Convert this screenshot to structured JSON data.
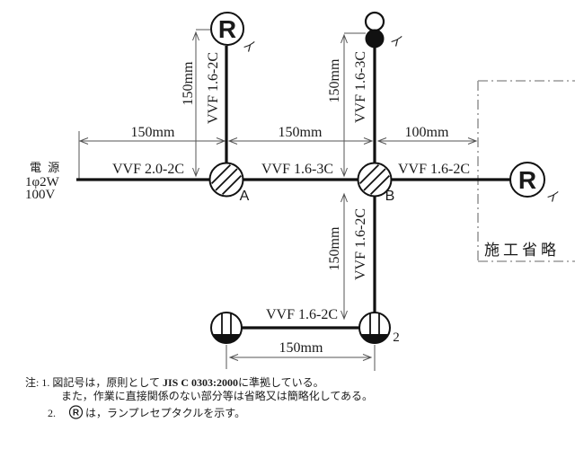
{
  "power_source": {
    "line1": "電 源",
    "line2": "1φ2W",
    "line3": "100V"
  },
  "junctions": {
    "a": "A",
    "b": "B"
  },
  "devices": {
    "lamp_top_symbol": "R",
    "lamp_top_circuit": "イ",
    "switch_circuit": "イ",
    "lamp_right_symbol": "R",
    "lamp_right_circuit": "イ",
    "outlet_right_count": "2"
  },
  "cables": {
    "source_to_a": "VVF 2.0-2C",
    "a_to_b": "VVF 1.6-3C",
    "b_to_lamp_right": "VVF 1.6-2C",
    "a_to_lamp_top": "VVF 1.6-2C",
    "b_to_switch": "VVF 1.6-3C",
    "b_to_outlet": "VVF 1.6-2C",
    "outlet_to_outlet": "VVF 1.6-2C"
  },
  "dims": {
    "source_to_a": "150mm",
    "a_to_b": "150mm",
    "b_to_omission": "100mm",
    "a_to_lamp_top": "150mm",
    "b_to_switch": "150mm",
    "b_to_outlet": "150mm",
    "outlet_to_outlet": "150mm"
  },
  "omission": {
    "label": "施工省略"
  },
  "notes": {
    "item1_pre": "注: 1. 図記号は，原則として ",
    "item1_jis": "JIS C 0303:2000",
    "item1_post": "に準拠している。",
    "item1_line2": "また，作業に直接関係のない部分等は省略又は簡略化してある。",
    "item2_no": "2. ",
    "item2_symbol": "R",
    "item2_text": "は，ランプレセプタクルを示す。"
  }
}
